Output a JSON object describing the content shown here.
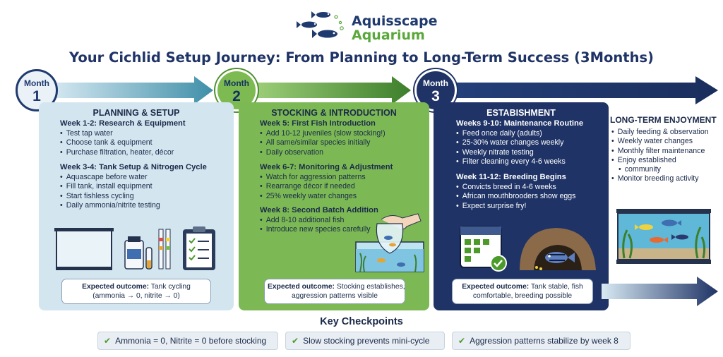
{
  "brand": {
    "line1": "Aquisscape",
    "line2": "Aquarium",
    "icon": "fish-logo-icon",
    "colors": {
      "navy": "#1f3a6e",
      "green": "#5aa83c"
    }
  },
  "title": "Your Cichlid Setup Journey: From Planning to Long-Term Success (3Months)",
  "months": [
    {
      "label": "Month",
      "number": "1",
      "heading": "PLANNING & SETUP",
      "blocks": [
        {
          "week": "Week 1-2: Research & Equipment",
          "items": [
            "Test tap water",
            "Choose tank & equipment",
            "Purchase filtration, heater, décor"
          ]
        },
        {
          "week": "Week 3-4: Tank Setup & Nitrogen Cycle",
          "items": [
            "Aquascape before water",
            "Fill tank, install equipment",
            "Start fishless cycling",
            "Daily ammonia/nitrite testing"
          ]
        }
      ],
      "outcome": {
        "label": "Expected outcome:",
        "line1": " Tank cycling",
        "line2": "(ammonia → 0, nitrite → 0)"
      },
      "illustrations": [
        "empty-tank-icon",
        "test-kit-bottle-icon",
        "test-strips-icon",
        "checklist-clipboard-icon"
      ],
      "color": "#d3e6f0"
    },
    {
      "label": "Month",
      "number": "2",
      "heading": "STOCKING & INTRODUCTION",
      "blocks": [
        {
          "week": "Week 5: First Fish Introduction",
          "items": [
            "Add 10-12 juveniles (slow stocking!)",
            "All same/similar species initially",
            "Daily observation"
          ]
        },
        {
          "week": "Week 6-7: Monitoring & Adjustment",
          "items": [
            "Watch for aggression patterns",
            "Rearrange décor if needed",
            "25% weekly water changes"
          ]
        },
        {
          "week": "Week 8: Second Batch Addition",
          "items": [
            "Add 8-10 additional fish",
            "Introduce new species carefully"
          ]
        }
      ],
      "outcome": {
        "label": "Expected outcome:",
        "line1": " Stocking establishes,",
        "line2": "aggression patterns visible"
      },
      "illustrations": [
        "fish-bag-acclimation-icon"
      ],
      "color": "#7cb954"
    },
    {
      "label": "Month",
      "number": "3",
      "heading": "ESTABISHMENT",
      "blocks": [
        {
          "week": "Weeks 9-10: Maintenance Routine",
          "items": [
            "Feed once daily (adults)",
            "25-30% water changes weekly",
            "Weekly nitrate testing",
            "Filter cleaning every 4-6 weeks"
          ]
        },
        {
          "week": "Week 11-12: Breeding Begins",
          "items": [
            "Convicts breed in 4-6 weeks",
            "African mouthbrooders show eggs",
            "Expect surprise fry!"
          ]
        }
      ],
      "outcome": {
        "label": "Expected outcome:",
        "line1": " Tank stable, fish",
        "line2": "comfortable, breeding possible"
      },
      "illustrations": [
        "calendar-check-icon",
        "cave-fish-icon"
      ],
      "color": "#1f3366"
    }
  ],
  "long_term": {
    "heading": "LONG-TERM ENJOYMENT",
    "items": [
      "Daily feeding & observation",
      "Weekly water changes",
      "Monthly filter maintenance",
      "Enjoy established",
      "community",
      "Monitor breeding activity"
    ],
    "illustration": "stocked-aquarium-icon"
  },
  "checkpoints": {
    "title": "Key Checkpoints",
    "items": [
      "Ammonia = 0, Nitrite = 0 before stocking",
      "Slow stocking prevents mini-cycle",
      "Aggression patterns stabilize by week 8"
    ],
    "icon": "check-icon"
  }
}
